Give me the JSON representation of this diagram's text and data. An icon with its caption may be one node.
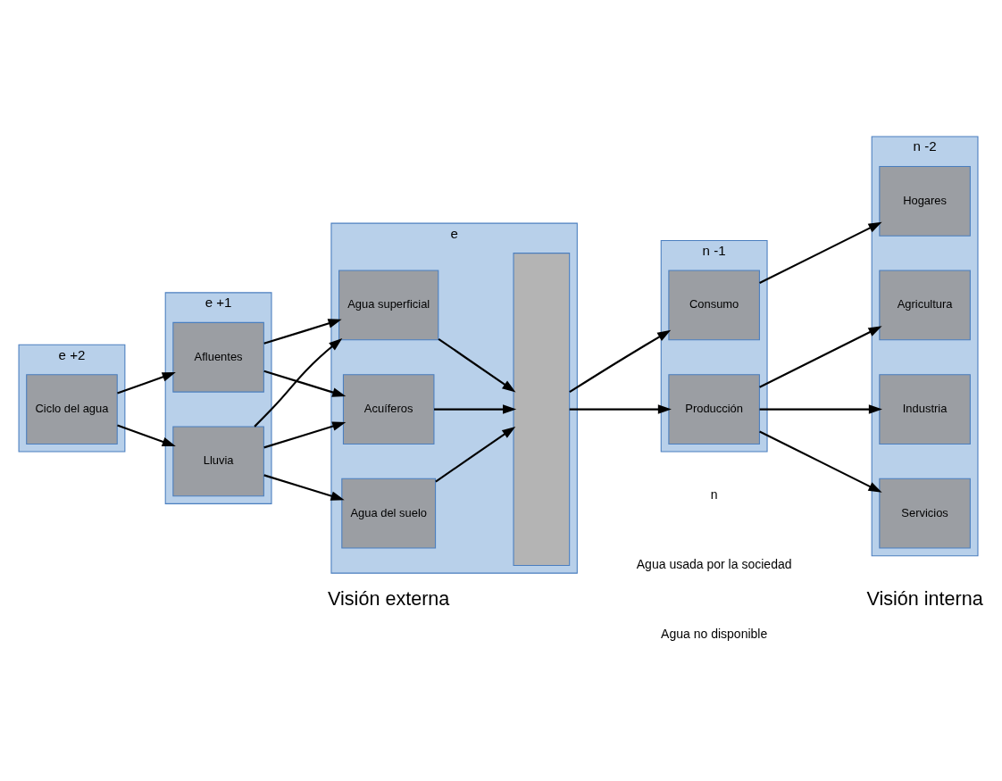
{
  "diagram": {
    "nodes": [
      {
        "text": [
          "e +2"
        ]
      },
      {
        "text": [
          "Ciclo del agua"
        ],
        "in": 0
      },
      {
        "text": [
          "e +1"
        ]
      },
      {
        "text": [
          "Afluentes"
        ],
        "in": 2
      },
      {
        "text": [
          "Lluvia"
        ],
        "in": 2
      },
      {
        "text": [
          "e"
        ]
      },
      {
        "text": [
          "Agua superficial"
        ],
        "in": 5
      },
      {
        "text": [
          "Acuíferos"
        ],
        "in": 5
      },
      {
        "text": [
          "Agua del suelo"
        ],
        "in": 5
      },
      {
        "text": [],
        "shape": "box",
        "in": 5
      },
      {
        "text": [
          "n -1"
        ]
      },
      {
        "text": [
          "Consumo"
        ],
        "in": 10
      },
      {
        "text": [
          "Producción"
        ],
        "in": 10
      },
      {
        "text": [
          "n -2"
        ]
      },
      {
        "text": [
          "Hogares"
        ],
        "in": 13
      },
      {
        "text": [
          "Agricultura"
        ],
        "in": 13
      },
      {
        "text": [
          "Industria"
        ],
        "in": 13
      },
      {
        "text": [
          "Servicios"
        ],
        "in": 13
      }
    ],
    "edges": [
      {
        "from": 1,
        "to": 3,
        "arrow": "to"
      },
      {
        "from": 1,
        "to": 4,
        "arrow": "to"
      },
      {
        "from": 3,
        "to": 6,
        "arrow": "to"
      },
      {
        "from": 3,
        "to": 7,
        "arrow": "to"
      },
      {
        "from": 4,
        "to": 6,
        "arrow": "to"
      },
      {
        "from": 4,
        "to": 7,
        "arrow": "to"
      },
      {
        "from": 4,
        "to": 8,
        "arrow": "to"
      },
      {
        "from": 6,
        "to": 9,
        "arrow": "to"
      },
      {
        "from": 7,
        "to": 9,
        "arrow": "to"
      },
      {
        "from": 8,
        "to": 9,
        "arrow": "to"
      },
      {
        "from": 9,
        "to": 11,
        "arrow": "to"
      },
      {
        "from": 9,
        "to": 12,
        "arrow": "to"
      },
      {
        "from": 11,
        "to": 14,
        "arrow": "to"
      },
      {
        "from": 12,
        "to": 15,
        "arrow": "to"
      },
      {
        "from": 12,
        "to": 16,
        "arrow": "to"
      },
      {
        "from": 12,
        "to": 17,
        "arrow": "to"
      }
    ],
    "labels": [
      "n",
      "Agua usada por la sociedad",
      "Agua no disponible",
      "Visión externa",
      "Visión interna"
    ]
  }
}
